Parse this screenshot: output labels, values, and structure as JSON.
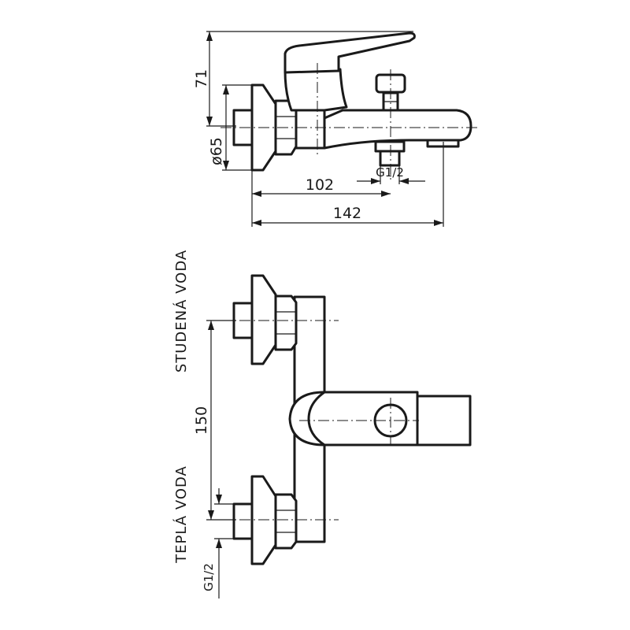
{
  "dimensions": {
    "height": "71",
    "diameter": "ø65",
    "depth_inlet": "102",
    "depth_total": "142",
    "spacing": "150",
    "spout_thread": "G1/2",
    "inlet_thread": "G1/2"
  },
  "labels": {
    "cold_water": "STUDENÁ VODA",
    "hot_water": "TEPLÁ VODA"
  }
}
